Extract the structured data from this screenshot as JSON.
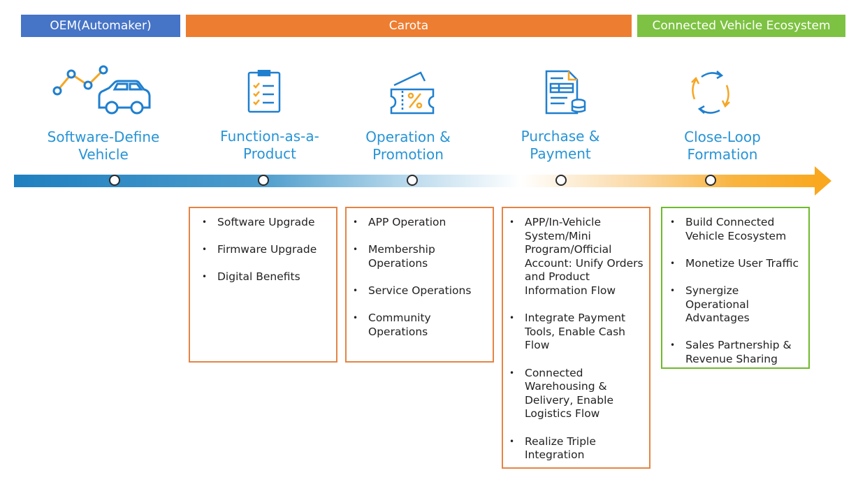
{
  "bands": [
    {
      "label": "OEM(Automaker)",
      "color": "#4674c6"
    },
    {
      "label": "Carota",
      "color": "#ed7d31"
    },
    {
      "label": "Connected Vehicle Ecosystem",
      "color": "#7dc242"
    }
  ],
  "stages": [
    {
      "title_line1": "Software-Define",
      "title_line2": "Vehicle",
      "icon": "connected-car-icon"
    },
    {
      "title_line1": "Function-as-a-",
      "title_line2": "Product",
      "icon": "checklist-icon"
    },
    {
      "title_line1": "Operation &",
      "title_line2": "Promotion",
      "icon": "discount-ticket-icon"
    },
    {
      "title_line1": "Purchase &",
      "title_line2": "Payment",
      "icon": "invoice-payment-icon"
    },
    {
      "title_line1": "Close-Loop",
      "title_line2": "Formation",
      "icon": "cycle-arrows-icon"
    }
  ],
  "colors": {
    "title_blue": "#2794d6",
    "icon_blue": "#1f7fcf",
    "icon_orange": "#f5a623",
    "box_orange": "#e58445",
    "box_green": "#6fba2c",
    "arrow_blue": "#1f7fbf",
    "arrow_orange": "#f9a61a"
  },
  "boxes": [
    {
      "items": [
        "Software Upgrade",
        "Firmware Upgrade",
        "Digital Benefits"
      ]
    },
    {
      "items": [
        "APP Operation",
        "Membership Operations",
        "Service Operations",
        "Community Operations"
      ]
    },
    {
      "items": [
        "APP∕In-Vehicle System∕Mini Program∕Official Account: Unify Orders and Product Information Flow",
        "Integrate Payment Tools, Enable Cash Flow",
        "Connected Warehousing & Delivery, Enable Logistics Flow",
        "Realize Triple Integration"
      ]
    },
    {
      "items": [
        "Build Connected Vehicle Ecosystem",
        "Monetize User Traffic",
        "Synergize Operational Advantages",
        "Sales Partnership & Revenue Sharing"
      ]
    }
  ]
}
